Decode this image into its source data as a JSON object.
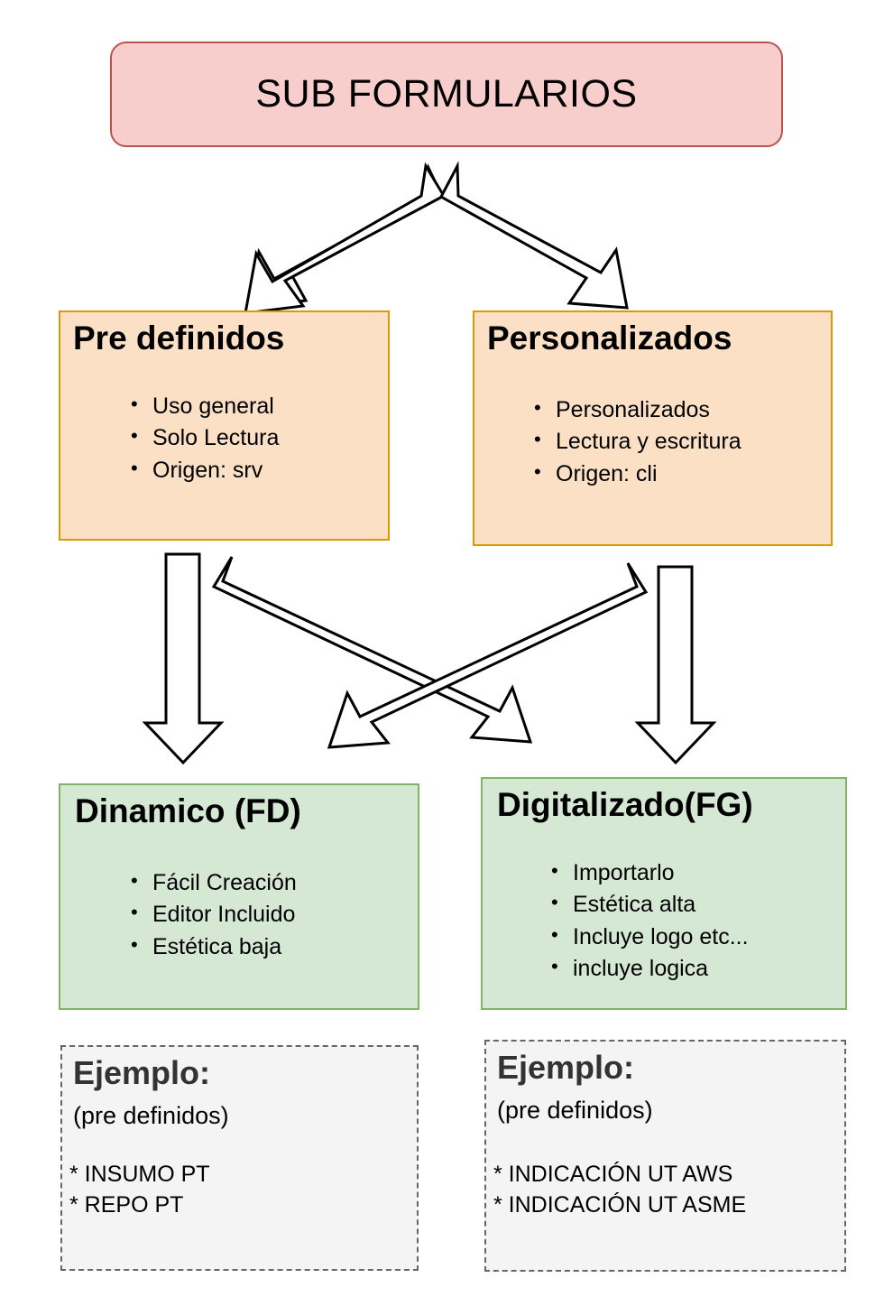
{
  "diagram": {
    "title": "SUB FORMULARIOS",
    "root": {
      "label": "SUB FORMULARIOS",
      "fill": "#f8cecc",
      "stroke": "#b85450"
    },
    "level2": [
      {
        "title": "Pre definidos",
        "fill": "#fbe0c6",
        "stroke": "#d79b00",
        "bullets": [
          "Uso general",
          "Solo Lectura",
          "Origen: srv"
        ]
      },
      {
        "title": "Personalizados",
        "fill": "#fbe0c6",
        "stroke": "#d79b00",
        "bullets": [
          "Personalizados",
          "Lectura y escritura",
          "Origen: cli"
        ]
      }
    ],
    "level3": [
      {
        "title": "Dinamico (FD)",
        "fill": "#d5e8d4",
        "stroke": "#82b366",
        "bullets": [
          "Fácil Creación",
          "Editor Incluido",
          "Estética baja"
        ]
      },
      {
        "title": "Digitalizado(FG)",
        "fill": "#d5e8d4",
        "stroke": "#82b366",
        "bullets": [
          "Importarlo",
          "Estética alta",
          "Incluye logo etc...",
          "incluye logica"
        ]
      }
    ],
    "examples": [
      {
        "title": "Ejemplo:",
        "subtitle": "(pre definidos)",
        "items": [
          "* INSUMO PT",
          "* REPO PT"
        ],
        "fill": "#f4f4f4",
        "stroke": "#666666"
      },
      {
        "title": "Ejemplo:",
        "subtitle": "(pre definidos)",
        "items": [
          "* INDICACIÓN UT AWS",
          "* INDICACIÓN UT ASME"
        ],
        "fill": "#f4f4f4",
        "stroke": "#666666"
      }
    ],
    "connectors": [
      {
        "name": "root-to-pre-definidos",
        "from": "SUB FORMULARIOS",
        "to": "Pre definidos",
        "style": "block-arrow"
      },
      {
        "name": "root-to-personalizados",
        "from": "SUB FORMULARIOS",
        "to": "Personalizados",
        "style": "block-arrow"
      },
      {
        "name": "pre-definidos-to-dinamico",
        "from": "Pre definidos",
        "to": "Dinamico (FD)",
        "style": "block-arrow"
      },
      {
        "name": "pre-definidos-to-digitalizado",
        "from": "Pre definidos",
        "to": "Digitalizado(FG)",
        "style": "block-arrow"
      },
      {
        "name": "personalizados-to-dinamico",
        "from": "Personalizados",
        "to": "Dinamico (FD)",
        "style": "block-arrow"
      },
      {
        "name": "personalizados-to-digitalizado",
        "from": "Personalizados",
        "to": "Digitalizado(FG)",
        "style": "block-arrow"
      }
    ]
  }
}
